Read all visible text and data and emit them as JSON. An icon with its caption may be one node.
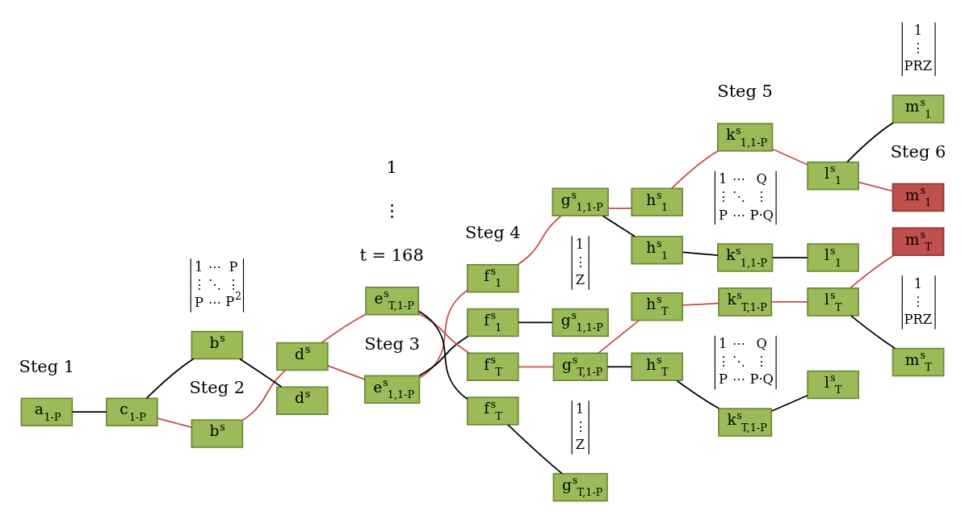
{
  "diagram": {
    "nodes": [
      {
        "text": [
          "a$_{1-P}$"
        ]
      },
      {
        "text": [
          "c$_{1-P}$"
        ]
      },
      {
        "text": [
          "b$^{s}$"
        ]
      },
      {
        "text": [
          "d$^{s}$"
        ]
      },
      {
        "text": [
          "b$^{s}$"
        ]
      },
      {
        "text": [
          "d$^{s}$"
        ]
      },
      {
        "text": [
          "e$^{s}$$_{1,1-P}$"
        ]
      },
      {
        "text": [
          "e$^{s}$$_{T,1-P}$"
        ]
      },
      {
        "text": [
          "f$^{s}$$_{1}$"
        ]
      },
      {
        "text": [
          "g$^{s}$$_{1,1-P}$"
        ]
      },
      {
        "text": [
          "f$^{s}$$_{1}$"
        ]
      },
      {
        "text": [
          "g$^{s}$$_{1,1-P}$"
        ]
      },
      {
        "text": [
          "f$^{s}$$_{T}$"
        ]
      },
      {
        "text": [
          "g$^{s}$$_{T,1-P}$"
        ]
      },
      {
        "text": [
          "f$^{s}$$_{T}$"
        ]
      },
      {
        "text": [
          "g$^{s}$$_{T,1-P}$"
        ]
      },
      {
        "text": [
          "h$^{s}$$_{1}$"
        ]
      },
      {
        "text": [
          "k$^{s}$$_{1,1-P}$"
        ]
      },
      {
        "text": [
          "l$^{s}$$_{1}$"
        ]
      },
      {
        "text": [
          "h$^{s}$$_{1}$"
        ]
      },
      {
        "text": [
          "k$^{s}$$_{1,1-P}$"
        ]
      },
      {
        "text": [
          "l$^{s}$$_{1}$"
        ]
      },
      {
        "text": [
          "h$^{s}$$_{T}$"
        ]
      },
      {
        "text": [
          "k$^{s}$$_{T,1-P}$"
        ]
      },
      {
        "text": [
          "l$^{s}$$_{T}$"
        ]
      },
      {
        "text": [
          "h$^{s}$$_{T}$"
        ]
      },
      {
        "text": [
          "k$^{s}$$_{T,1-P}$"
        ]
      },
      {
        "text": [
          "l$^{s}$$_{T}$"
        ]
      },
      {
        "text": [
          "m$^{s}$$_{1}$"
        ]
      },
      {
        "text": [
          "m$^{s}$$_{1}$"
        ]
      },
      {
        "text": [
          "m$^{s}$$_{T}$"
        ]
      },
      {
        "text": [
          "m$^{s}$$_{T}$"
        ]
      }
    ],
    "edges": [
      {
        "from": 0,
        "to": 1,
        "arrow": "none",
        "color": "#000000"
      },
      {
        "from": 1,
        "to": 2,
        "arrow": "none",
        "color": "#c0504d"
      },
      {
        "from": 1,
        "to": 4,
        "arrow": "none",
        "color": "#000000"
      },
      {
        "from": 2,
        "to": 3,
        "arrow": "none",
        "color": "#c0504d"
      },
      {
        "from": 4,
        "to": 5,
        "arrow": "none",
        "color": "#000000"
      },
      {
        "from": 3,
        "to": 6,
        "arrow": "none",
        "color": "#c0504d"
      },
      {
        "from": 3,
        "to": 7,
        "arrow": "none",
        "color": "#c0504d"
      },
      {
        "from": 6,
        "to": 8,
        "arrow": "none",
        "color": "#c0504d"
      },
      {
        "from": 8,
        "to": 9,
        "arrow": "none",
        "color": "#c0504d"
      },
      {
        "from": 6,
        "to": 10,
        "arrow": "none",
        "color": "#000000"
      },
      {
        "from": 10,
        "to": 11,
        "arrow": "none",
        "color": "#000000"
      },
      {
        "from": 7,
        "to": 12,
        "arrow": "none",
        "color": "#c0504d"
      },
      {
        "from": 12,
        "to": 13,
        "arrow": "none",
        "color": "#c0504d"
      },
      {
        "from": 7,
        "to": 14,
        "arrow": "none",
        "color": "#000000"
      },
      {
        "from": 14,
        "to": 15,
        "arrow": "none",
        "color": "#000000"
      },
      {
        "from": 9,
        "to": 16,
        "arrow": "none",
        "color": "#c0504d"
      },
      {
        "from": 16,
        "to": 17,
        "arrow": "none",
        "color": "#c0504d"
      },
      {
        "from": 17,
        "to": 18,
        "arrow": "none",
        "color": "#c0504d"
      },
      {
        "from": 9,
        "to": 19,
        "arrow": "none",
        "color": "#000000"
      },
      {
        "from": 19,
        "to": 20,
        "arrow": "none",
        "color": "#000000"
      },
      {
        "from": 20,
        "to": 21,
        "arrow": "none",
        "color": "#000000"
      },
      {
        "from": 13,
        "to": 22,
        "arrow": "none",
        "color": "#c0504d"
      },
      {
        "from": 22,
        "to": 23,
        "arrow": "none",
        "color": "#c0504d"
      },
      {
        "from": 23,
        "to": 24,
        "arrow": "none",
        "color": "#c0504d"
      },
      {
        "from": 13,
        "to": 25,
        "arrow": "none",
        "color": "#000000"
      },
      {
        "from": 25,
        "to": 26,
        "arrow": "none",
        "color": "#000000"
      },
      {
        "from": 26,
        "to": 27,
        "arrow": "none",
        "color": "#000000"
      },
      {
        "from": 18,
        "to": 28,
        "arrow": "none",
        "color": "#c0504d"
      },
      {
        "from": 18,
        "to": 29,
        "arrow": "none",
        "color": "#000000"
      },
      {
        "from": 24,
        "to": 30,
        "arrow": "none",
        "color": "#c0504d"
      },
      {
        "from": 24,
        "to": 31,
        "arrow": "none",
        "color": "#000000"
      }
    ],
    "labels": [
      "Steg 1",
      "Steg 2",
      "1 ⋯ P ⋮ ⋱ ⋮ P ⋯ P$^{2}$",
      "Steg 3",
      "1",
      "⋮",
      "t = 168",
      "Steg 4",
      "1 ⋮ Z",
      "1 ⋮ Z",
      "Steg 5",
      "1 ⋯ Q ⋮ ⋱ ⋮ P ⋯ P·Q",
      "1 ⋯ Q ⋮ ⋱ ⋮ P ⋯ P·Q",
      "Steg 6",
      "1 ⋮ PRZ",
      "1 ⋮ PRZ"
    ]
  }
}
